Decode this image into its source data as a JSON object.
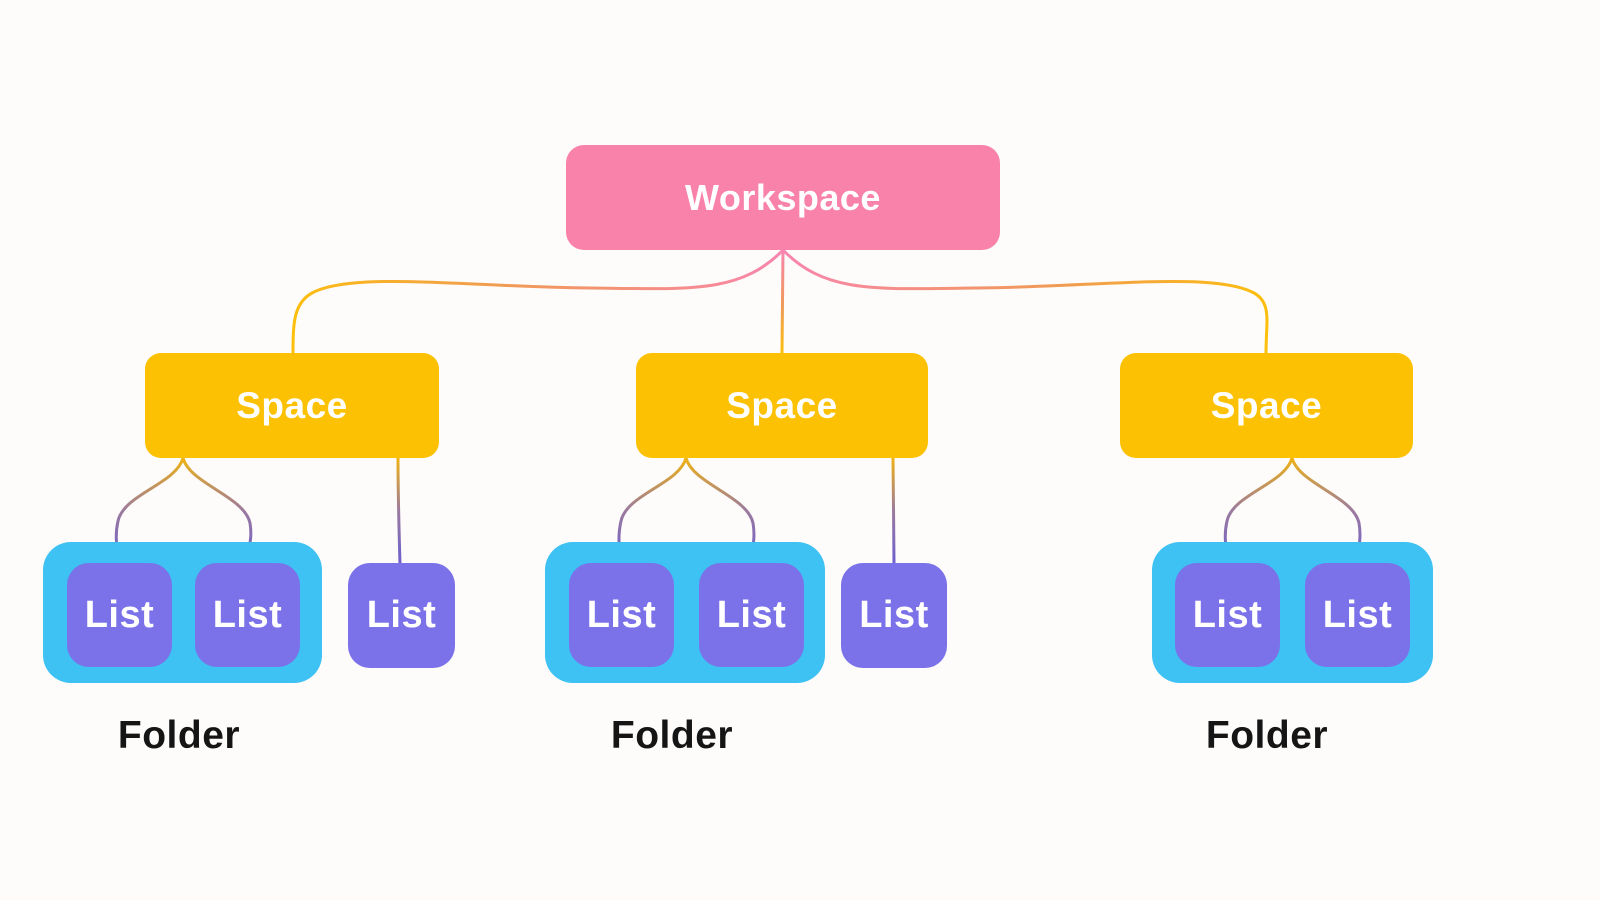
{
  "diagram": {
    "workspace": {
      "label": "Workspace"
    },
    "spaces": [
      {
        "label": "Space"
      },
      {
        "label": "Space"
      },
      {
        "label": "Space"
      }
    ],
    "folders": [
      {
        "label": "Folder",
        "lists": [
          "List",
          "List"
        ]
      },
      {
        "label": "Folder",
        "lists": [
          "List",
          "List"
        ]
      },
      {
        "label": "Folder",
        "lists": [
          "List",
          "List"
        ]
      }
    ],
    "standalone_lists": [
      "List",
      "List"
    ],
    "colors": {
      "workspace_pink": "#F882AA",
      "space_yellow": "#FCC103",
      "folder_cyan": "#3EC1F3",
      "list_purple": "#7B72E9",
      "connector_pink": "#F885B0",
      "connector_orange": "#F09A55",
      "connector_yellow": "#F2B40F",
      "connector_purple": "#6A5ED1",
      "label_black": "#151515",
      "background": "#FDFCFA"
    }
  }
}
